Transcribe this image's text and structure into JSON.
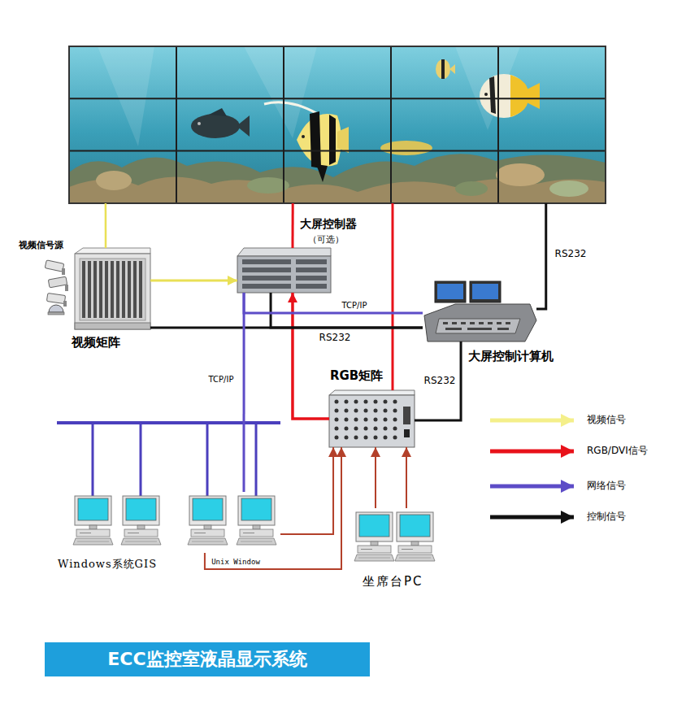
{
  "diagram": {
    "title": "ECC监控室液晶显示系统",
    "nodes": [
      {
        "text": []
      },
      {
        "text": [
          "视频信号源"
        ]
      },
      {
        "text": [
          "视频矩阵"
        ]
      },
      {
        "text": [
          "大屏控制器",
          "（可选）"
        ]
      },
      {
        "text": [
          "大屏控制计算机"
        ]
      },
      {
        "text": [
          "RGB矩阵"
        ]
      },
      {
        "text": [
          "Windows系统GIS"
        ]
      },
      {
        "text": [
          "坐席台PC"
        ]
      }
    ],
    "edges": [
      {
        "from": 2,
        "to": 0,
        "arrow": "none"
      },
      {
        "from": 2,
        "to": 3,
        "arrow": "to"
      },
      {
        "from": 3,
        "to": 0,
        "arrow": "none"
      },
      {
        "from": 5,
        "to": 3,
        "arrow": "to"
      },
      {
        "from": 5,
        "to": 0,
        "arrow": "none"
      },
      {
        "from": 4,
        "to": 0,
        "label": "RS232",
        "arrow": "none"
      },
      {
        "from": 2,
        "to": 4,
        "label": "RS232",
        "arrow": "none"
      },
      {
        "from": 3,
        "to": 4,
        "arrow": "none"
      },
      {
        "from": 4,
        "to": 3,
        "label": "TCP/IP",
        "arrow": "none"
      },
      {
        "from": 6,
        "to": 3,
        "label": "TCP/IP",
        "arrow": "none"
      },
      {
        "from": 5,
        "to": 4,
        "label": "RS232",
        "arrow": "none"
      },
      {
        "from": 6,
        "to": 5,
        "label": "Unix Window",
        "arrow": "to"
      },
      {
        "from": 6,
        "to": 5,
        "arrow": "to"
      },
      {
        "from": 7,
        "to": 5,
        "arrow": "to"
      },
      {
        "from": 7,
        "to": 5,
        "arrow": "to"
      }
    ],
    "legend": [
      {
        "text": "视频信号"
      },
      {
        "text": "RGB/DVI信号"
      },
      {
        "text": "网络信号"
      },
      {
        "text": "控制信号"
      }
    ]
  }
}
